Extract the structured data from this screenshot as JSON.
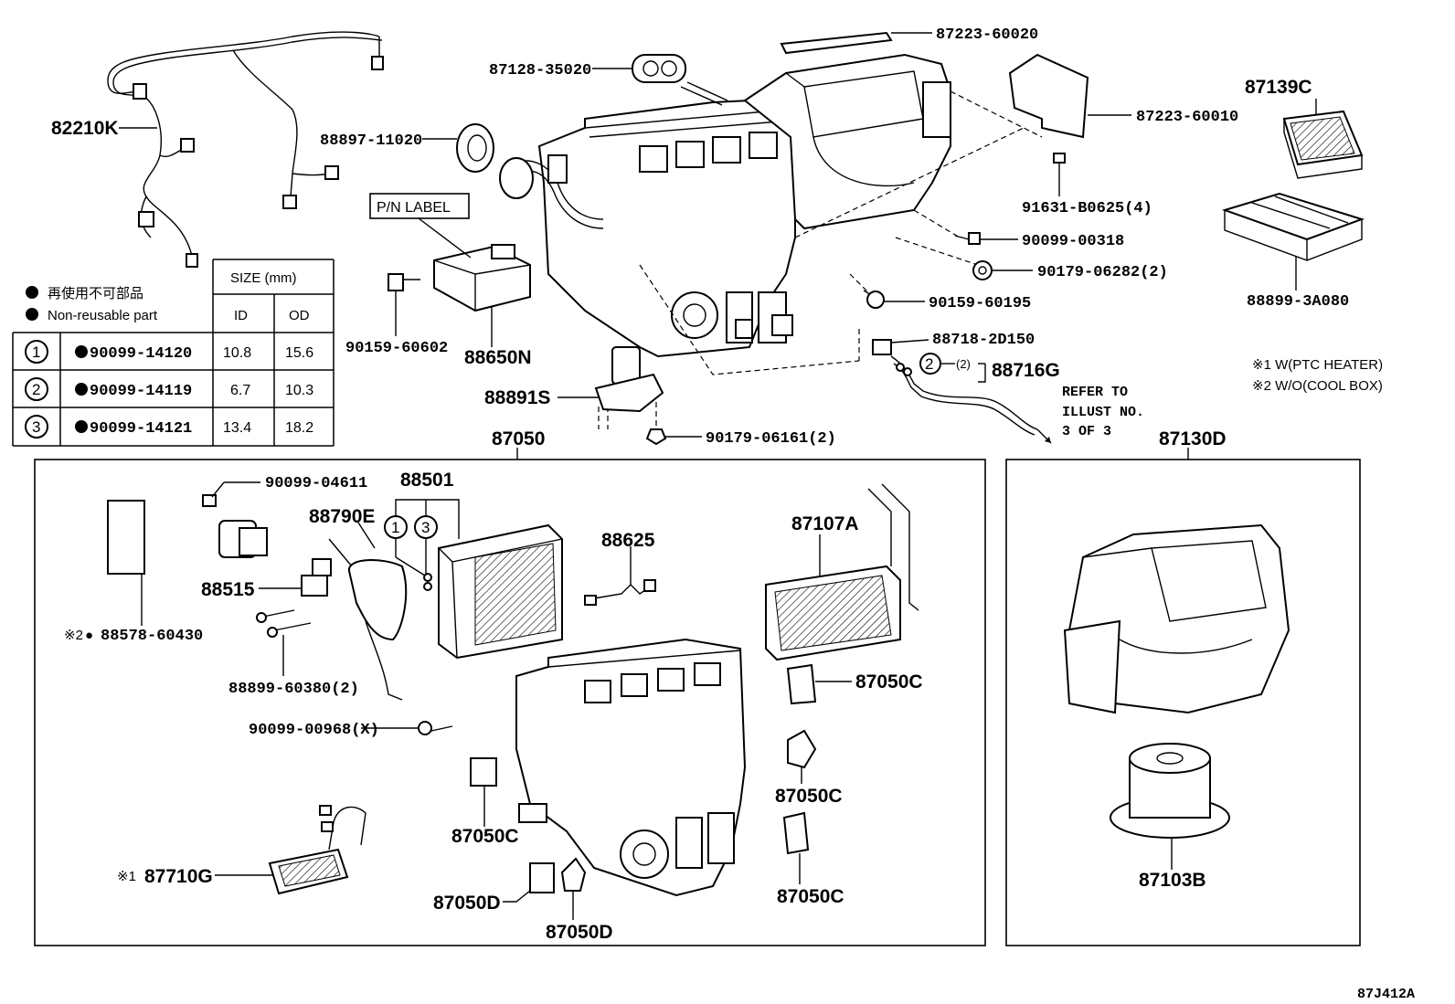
{
  "diagram_id": "87J412A",
  "labels": {
    "p82210k": "82210K",
    "p87128": "87128-35020",
    "p87223a": "87223-60020",
    "p87223b": "87223-60010",
    "p88897": "88897-11020",
    "p91631": "91631-B0625(4)",
    "p90099_318": "90099-00318",
    "p90179_282": "90179-06282(2)",
    "p90159_195": "90159-60195",
    "p88718": "88718-2D150",
    "p88716g": "88716G",
    "p87139c": "87139C",
    "p88899_3a": "88899-3A080",
    "p90159_602": "90159-60602",
    "p88650n": "88650N",
    "p88891s": "88891S",
    "p90179_161": "90179-06161(2)",
    "p87050": "87050",
    "p87130d": "87130D",
    "p90099_611": "90099-04611",
    "p88501": "88501",
    "p88790e": "88790E",
    "p88625": "88625",
    "p87107a": "87107A",
    "p88515": "88515",
    "p88578": "88578-60430",
    "p88899_380": "88899-60380(2)",
    "p90099_968": "90099-00968(X)",
    "p87050c_1": "87050C",
    "p87050c_2": "87050C",
    "p87050c_3": "87050C",
    "p87050c_4": "87050C",
    "p87050d_1": "87050D",
    "p87050d_2": "87050D",
    "p87710g": "87710G",
    "p87103b": "87103B"
  },
  "pn_label": "P/N LABEL",
  "ring_label": "(2)",
  "refer_note": [
    "REFER TO",
    "ILLUST NO.",
    "3 OF 3"
  ],
  "notes": {
    "note1": "※1 W(PTC HEATER)",
    "note2": "※2 W/O(COOL BOX)",
    "mark1": "※1",
    "mark2": "※2"
  },
  "legend": {
    "jp": "再使用不可部品",
    "en": "Non-reusable part"
  },
  "size_table": {
    "header": "SIZE (mm)",
    "col_id": "ID",
    "col_od": "OD",
    "rows": [
      {
        "num": "1",
        "part": "90099-14120",
        "id": "10.8",
        "od": "15.6"
      },
      {
        "num": "2",
        "part": "90099-14119",
        "id": "6.7",
        "od": "10.3"
      },
      {
        "num": "3",
        "part": "90099-14121",
        "id": "13.4",
        "od": "18.2"
      }
    ]
  },
  "circle_marks": {
    "c1": "1",
    "c2": "2",
    "c3": "3"
  }
}
